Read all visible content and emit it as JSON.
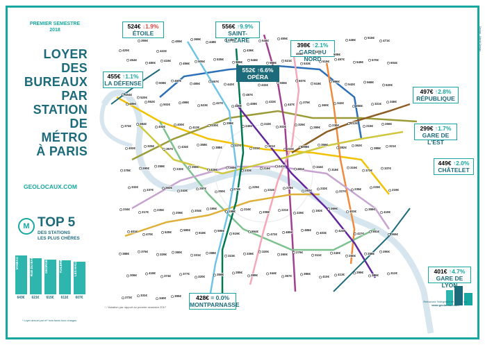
{
  "header": {
    "period_label": "PREMIER SEMESTRE\n2018",
    "title_lines": [
      "LOYER",
      "DES",
      "BUREAUX",
      "PAR",
      "STATION",
      "DE MÉTRO",
      "À PARIS"
    ],
    "website": "GEOLOCAUX.COM"
  },
  "top5": {
    "badge": "M",
    "title": "TOP 5",
    "subtitle": "DES STATIONS\nLES PLUS CHÈRES",
    "items": [
      {
        "label": "VANEAU",
        "value": "643€",
        "level": 1.0
      },
      {
        "label": "RUE DU BAC",
        "value": "621€",
        "level": 0.92
      },
      {
        "label": "GEORGE V",
        "value": "615€",
        "level": 0.9
      },
      {
        "label": "TUILERIES",
        "value": "611€",
        "level": 0.88
      },
      {
        "label": "LES HALLES",
        "value": "607€",
        "level": 0.85
      }
    ],
    "footnote": "* Loyer annuel par m² hors taxes hors charges"
  },
  "callouts": [
    {
      "id": "etoile",
      "price": "524€",
      "trend": "↓1.9%",
      "direction": "down",
      "name": "ÉTOILE"
    },
    {
      "id": "saint-lazare",
      "price": "556€",
      "trend": "↑9.9%",
      "direction": "up",
      "name": "SAINT-LAZARE"
    },
    {
      "id": "opera",
      "price": "552€",
      "trend": "↑6.6%",
      "direction": "up",
      "name": "OPÉRA"
    },
    {
      "id": "gare-du-nord",
      "price": "398€",
      "trend": "↑2.1%",
      "direction": "up",
      "name": "GARE DU NORD"
    },
    {
      "id": "la-defense",
      "price": "455€",
      "trend": "↑1.1%",
      "direction": "up",
      "name": "LA DÉFENSE"
    },
    {
      "id": "republique",
      "price": "497€",
      "trend": "↑2.8%",
      "direction": "up",
      "name": "RÉPUBLIQUE"
    },
    {
      "id": "gare-de-lest",
      "price": "299€",
      "trend": "↑1.7%",
      "direction": "up",
      "name": "GARE DE L'EST"
    },
    {
      "id": "chatelet",
      "price": "449€",
      "trend": "↑2.0%",
      "direction": "up",
      "name": "CHÂTELET"
    },
    {
      "id": "gare-de-lyon",
      "price": "401€",
      "trend": "↑4.7%",
      "direction": "up",
      "name": "GARE DE LYON"
    },
    {
      "id": "montparnasse",
      "price": "428€",
      "trend": "= 0.0%",
      "direction": "neutral",
      "name": "MONTPARNASSE"
    }
  ],
  "station_prices": [
    "420€",
    "355€",
    "422€",
    "455€",
    "369€",
    "448€",
    "436€",
    "436€",
    "544€",
    "455€",
    "404€",
    "421€",
    "508€",
    "446€",
    "516€",
    "471€",
    "454€",
    "480€",
    "416€",
    "456€",
    "505€",
    "535€",
    "598€",
    "546€",
    "558€",
    "521€",
    "533€",
    "519€",
    "497€",
    "549€",
    "570€",
    "604€",
    "454€",
    "520€",
    "608€",
    "497€",
    "485€",
    "467€",
    "442€",
    "487€",
    "432€",
    "555€",
    "607€",
    "518€",
    "596€",
    "542€",
    "568€",
    "520€",
    "485€",
    "552€",
    "502€",
    "498€",
    "523€",
    "427€",
    "420€",
    "408€",
    "432€",
    "447€",
    "375€",
    "360€",
    "342€",
    "356€",
    "321€",
    "346€",
    "374€",
    "384€",
    "402€",
    "400€",
    "413€",
    "330€",
    "298€",
    "245€",
    "243€",
    "302€",
    "326€",
    "289€",
    "230€",
    "212€",
    "215€",
    "266€",
    "402€",
    "325€",
    "367€",
    "434€",
    "358€",
    "388€",
    "337€",
    "331€",
    "321€",
    "310€",
    "298€",
    "356€",
    "382€",
    "362€",
    "388€",
    "321€",
    "278€",
    "290€",
    "258€",
    "232€",
    "356€",
    "328€",
    "265€",
    "233€",
    "216€",
    "241€",
    "381€",
    "344€",
    "316€",
    "315€",
    "373€",
    "337€",
    "332€",
    "237€",
    "263€",
    "243€",
    "287€",
    "250€",
    "274€",
    "225€",
    "224€",
    "278€",
    "257€",
    "232€",
    "227€",
    "235€",
    "233€",
    "219€",
    "234€",
    "217€",
    "235€",
    "206€",
    "204€",
    "195€",
    "198€",
    "224€",
    "208€",
    "221€",
    "226€",
    "192€",
    "369€",
    "403€",
    "388€",
    "419€",
    "401€",
    "470€",
    "528€",
    "580€",
    "518€",
    "596€",
    "519€",
    "554€",
    "472€",
    "489€",
    "486€",
    "403€",
    "424€",
    "427€",
    "381€",
    "365€",
    "388€",
    "375€",
    "329€",
    "380€",
    "331€",
    "288€",
    "323€",
    "336€",
    "320€",
    "260€",
    "276€",
    "311€",
    "240€",
    "250€",
    "255€",
    "290€",
    "306€",
    "418€",
    "374€",
    "377€",
    "320€",
    "356€",
    "285€",
    "299€",
    "344€",
    "367€",
    "386€",
    "410€",
    "413€",
    "299€",
    "286€",
    "312€",
    "272€",
    "331€",
    "340€",
    "395€"
  ],
  "legend_note": "↑↓ Variation par rapport au premier semestre 2017",
  "credit": {
    "text": "Retrouvez l'intégralité de l'étude sur",
    "url": "www.geolocaux.com"
  },
  "design_credit": "Design : Allenie Design",
  "colors": {
    "teal": "#16a7a0",
    "dark_teal": "#1d6b7a",
    "red": "#e2433e",
    "river": "#d7e6ee"
  }
}
